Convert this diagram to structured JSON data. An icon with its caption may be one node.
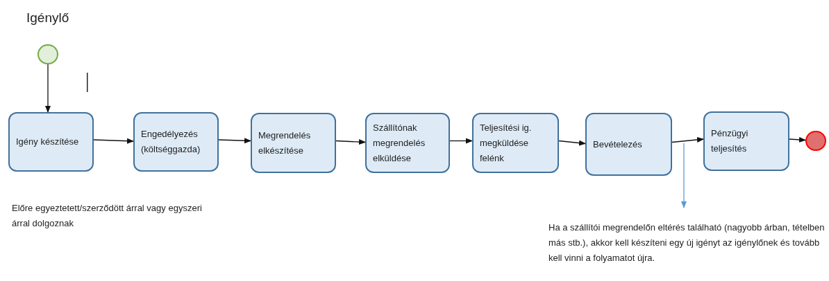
{
  "diagram": {
    "title": "Igénylő",
    "nodes": [
      {
        "text": [],
        "shape": "circle"
      },
      {
        "text": [
          "Igény készítése"
        ]
      },
      {
        "text": [
          "Engedélyezés (költséggazda)"
        ]
      },
      {
        "text": [
          "Megrendelés elkészítése"
        ]
      },
      {
        "text": [
          "Szállítónak megrendelés elküldése"
        ]
      },
      {
        "text": [
          "Teljesítési ig. megküldése felénk"
        ]
      },
      {
        "text": [
          "Bevételezés"
        ]
      },
      {
        "text": [
          "Pénzügyi teljesítés"
        ]
      },
      {
        "text": [],
        "shape": "circle"
      },
      {
        "text": [
          "Ha a szállítói megrendelőn eltérés található (nagyobb árban, tételben más stb.), akkor kell készíteni egy új igényt az igénylőnek és tovább kell vinni a folyamatot újra."
        ]
      }
    ],
    "edges": [
      {
        "from": 0,
        "to": 1,
        "arrow": "to"
      },
      {
        "from": 1,
        "to": 2,
        "arrow": "to"
      },
      {
        "from": 2,
        "to": 3,
        "arrow": "to"
      },
      {
        "from": 3,
        "to": 4,
        "arrow": "to"
      },
      {
        "from": 4,
        "to": 5,
        "arrow": "to"
      },
      {
        "from": 5,
        "to": 6,
        "arrow": "to"
      },
      {
        "from": 6,
        "to": 7,
        "arrow": "to"
      },
      {
        "from": 7,
        "to": 8,
        "arrow": "to"
      },
      {
        "from": null,
        "to": 9,
        "arrow": "to",
        "color": "#5b9bd5"
      }
    ],
    "labels": [
      "Előre egyeztetett/szerződött árral vagy egyszeri árral dolgoznak"
    ]
  }
}
